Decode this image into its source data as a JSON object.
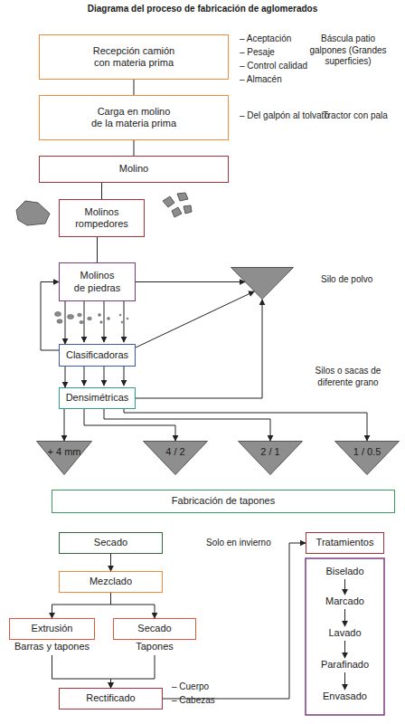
{
  "diagram": {
    "title": "Diagrama del proceso de fabricación de aglomerados",
    "nodes": [
      {
        "text": [
          "Recepción camión con materia prima"
        ]
      },
      {
        "text": [
          "Carga en molino de la materia prima"
        ]
      },
      {
        "text": [
          "Molino"
        ]
      },
      {
        "text": [
          "Molinos rompedores"
        ]
      },
      {
        "text": [
          "Molinos de piedras"
        ]
      },
      {
        "text": [
          "Silo de polvo"
        ]
      },
      {
        "text": [
          "Clasificadoras"
        ]
      },
      {
        "text": [
          "Densimétricas"
        ]
      },
      {
        "text": [
          "+ 4 mm"
        ]
      },
      {
        "text": [
          "4 / 2"
        ]
      },
      {
        "text": [
          "2 / 1"
        ]
      },
      {
        "text": [
          "1 / 0.5"
        ]
      },
      {
        "text": [
          "Fabricación de tapones"
        ]
      },
      {
        "text": [
          "Secado"
        ]
      },
      {
        "text": [
          "Mezclado"
        ]
      },
      {
        "text": [
          "Extrusión",
          "Barras y tapones"
        ]
      },
      {
        "text": [
          "Secado",
          "Tapones"
        ]
      },
      {
        "text": [
          "Rectificado"
        ]
      },
      {
        "text": [
          "Tratamientos"
        ]
      },
      {
        "text": [
          "Biselado"
        ]
      },
      {
        "text": [
          "Marcado"
        ]
      },
      {
        "text": [
          "Lavado"
        ]
      },
      {
        "text": [
          "Parafinado"
        ]
      },
      {
        "text": [
          "Envasado"
        ]
      }
    ],
    "edges": [
      {
        "from": 0,
        "to": 1,
        "arrow": "none"
      },
      {
        "from": 1,
        "to": 2,
        "arrow": "none"
      },
      {
        "from": 2,
        "to": 3,
        "arrow": "none"
      },
      {
        "from": 3,
        "to": 4,
        "arrow": "none"
      },
      {
        "from": 4,
        "to": 5,
        "arrow": "to"
      },
      {
        "from": 4,
        "to": 6,
        "arrow": "to"
      },
      {
        "from": 6,
        "to": 4,
        "arrow": "to"
      },
      {
        "from": 6,
        "to": 5,
        "arrow": "to"
      },
      {
        "from": 6,
        "to": 7,
        "arrow": "to"
      },
      {
        "from": 7,
        "to": 5,
        "arrow": "to"
      },
      {
        "from": 7,
        "to": 8,
        "arrow": "to"
      },
      {
        "from": 7,
        "to": 9,
        "arrow": "to"
      },
      {
        "from": 7,
        "to": 10,
        "arrow": "to"
      },
      {
        "from": 7,
        "to": 11,
        "arrow": "to"
      },
      {
        "from": 13,
        "to": 14,
        "arrow": "to"
      },
      {
        "from": 14,
        "to": 15,
        "arrow": "to"
      },
      {
        "from": 14,
        "to": 16,
        "arrow": "to"
      },
      {
        "from": 15,
        "to": 17,
        "arrow": "to"
      },
      {
        "from": 16,
        "to": 17,
        "arrow": "to"
      },
      {
        "from": 17,
        "to": 18,
        "arrow": "to"
      },
      {
        "from": 19,
        "to": 20,
        "arrow": "to"
      },
      {
        "from": 20,
        "to": 21,
        "arrow": "to"
      },
      {
        "from": 21,
        "to": 22,
        "arrow": "to"
      },
      {
        "from": 22,
        "to": 23,
        "arrow": "to"
      }
    ],
    "labels": [
      "– Aceptación",
      "– Pesaje",
      "– Control calidad",
      "– Almacén",
      "Báscula patio galpones (Grandes superficies)",
      "– Del galpón al tolvato",
      "Tractor con pala",
      "Silos o sacas de diferente grano",
      "Solo en invierno",
      "– Cuerpo",
      "– Cabezas"
    ]
  }
}
